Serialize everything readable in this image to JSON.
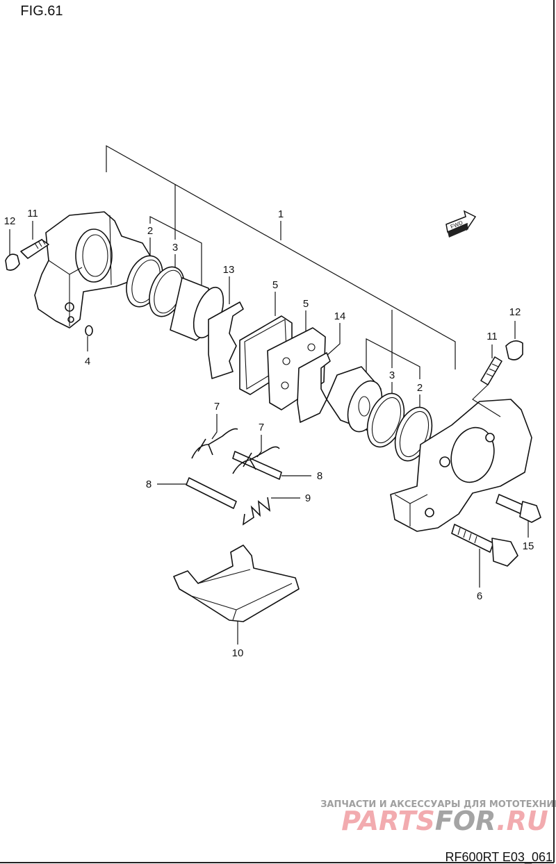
{
  "figure_title": "FIG.61",
  "drawing_code": "RF600RT E03_061",
  "fwd_label": "FWD",
  "callouts": {
    "c1": "1",
    "c2a": "2",
    "c2b": "2",
    "c3a": "3",
    "c3b": "3",
    "c4": "4",
    "c5a": "5",
    "c5b": "5",
    "c6": "6",
    "c7a": "7",
    "c7b": "7",
    "c8a": "8",
    "c8b": "8",
    "c9": "9",
    "c10": "10",
    "c11a": "11",
    "c11b": "11",
    "c12a": "12",
    "c12b": "12",
    "c13": "13",
    "c14": "14",
    "c15": "15"
  },
  "watermark": {
    "tagline": "ЗАПЧАСТИ И АКСЕССУАРЫ ДЛЯ МОТОТЕХНИКИ",
    "brand_part1": "PARTS",
    "brand_part2": "FOR",
    "brand_part3": ".RU",
    "colors": {
      "pink": "#f2a7ab",
      "gray": "#a0a0a0"
    }
  }
}
